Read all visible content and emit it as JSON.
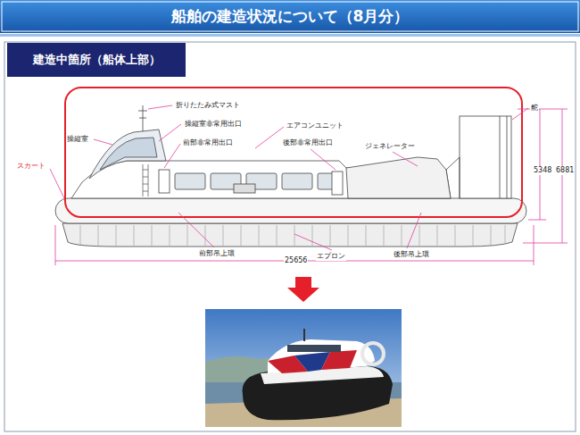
{
  "diagram": {
    "title": "船舶の建造状況について（8月分）",
    "nodes": [
      {
        "text": [
          "建造中箇所（船体上部）"
        ]
      }
    ],
    "labels": [
      "折りたたみ式マスト",
      "舵",
      "操縦室非常用出口",
      "エアコンユニット",
      "操縦室",
      "前部非常用出口",
      "後部非常用出口",
      "ジェネレーター",
      "スカート",
      "5348",
      "6881",
      "前部吊上環",
      "エプロン",
      "後部吊上環",
      "25656"
    ]
  }
}
